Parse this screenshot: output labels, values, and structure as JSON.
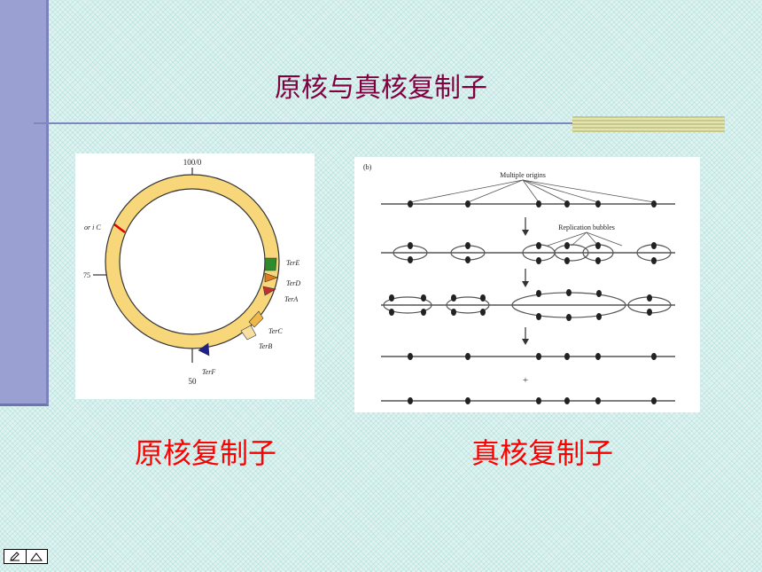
{
  "slide": {
    "title": "原核与真核复制子",
    "caption_left": "原核复制子",
    "caption_right": "真核复制子"
  },
  "prokaryote": {
    "marker_top": "100/0",
    "marker_left": "75",
    "marker_bottom": "50",
    "oric": "or i C",
    "ter_labels": [
      "TerE",
      "TerD",
      "TerA",
      "TerC",
      "TerB",
      "TerF"
    ]
  },
  "eukaryote": {
    "panel_tag": "(b)",
    "label_origins": "Multiple origins",
    "label_bubbles": "Replication bubbles",
    "plus": "+"
  },
  "colors": {
    "title": "#800040",
    "caption": "#ff0000",
    "ring_fill": "#f7d77a",
    "oric_mark": "#e00000"
  },
  "nav": {
    "left_icon": "pencil-icon",
    "right_icon": "triangle-icon"
  }
}
